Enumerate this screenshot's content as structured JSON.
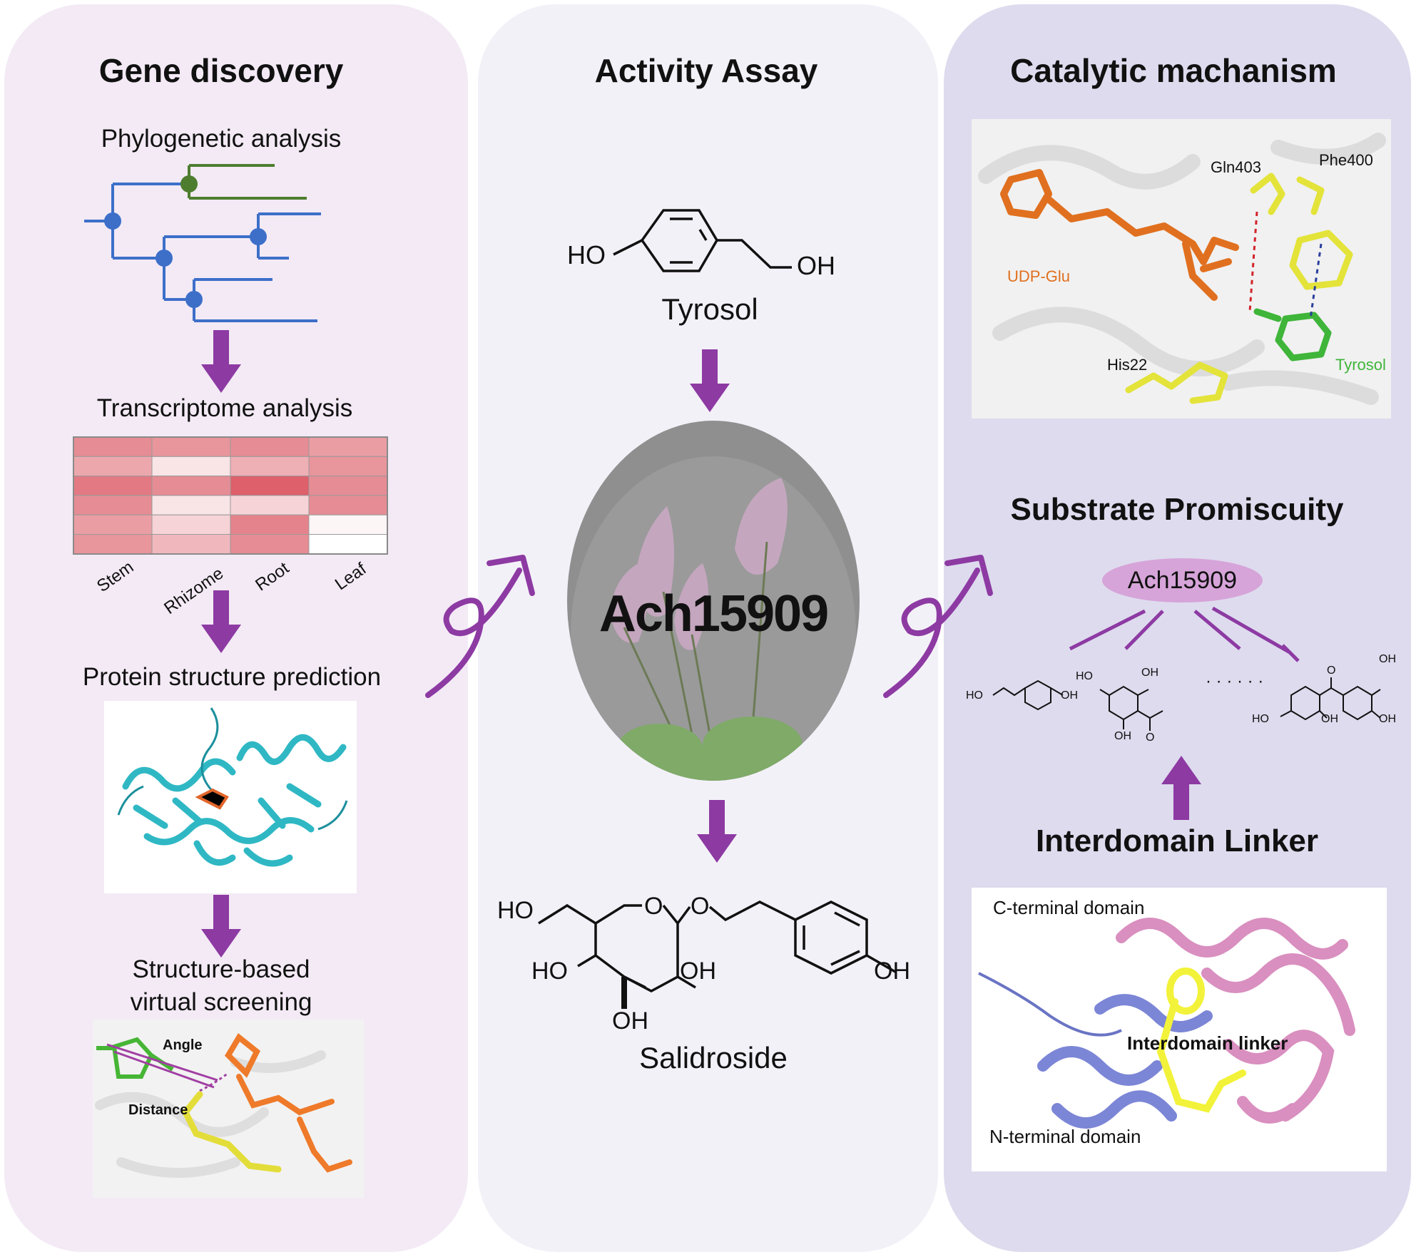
{
  "colors": {
    "arrow": "#8d3aa3",
    "tree_green": "#4e7d2f",
    "tree_blue": "#3d6fc9",
    "heat_dark": "#d94e5a",
    "ribbon_cyan": "#2fb8c4",
    "ribbon_pink": "#d98fbf",
    "ribbon_blue": "#7c86d6",
    "linker_yellow": "#f2f23a"
  },
  "gene_discovery": {
    "title": "Gene discovery",
    "phylogenetic": "Phylogenetic analysis",
    "transcriptome": "Transcriptome analysis",
    "heatmap_cols": [
      "Stem",
      "Rhizome",
      "Root",
      "Leaf"
    ],
    "heatmap_values": [
      [
        0.65,
        0.6,
        0.65,
        0.55
      ],
      [
        0.5,
        0.15,
        0.45,
        0.6
      ],
      [
        0.75,
        0.65,
        0.9,
        0.65
      ],
      [
        0.65,
        0.15,
        0.25,
        0.65
      ],
      [
        0.55,
        0.25,
        0.7,
        0.05
      ],
      [
        0.6,
        0.4,
        0.65,
        0.0
      ]
    ],
    "structure_prediction": "Protein structure prediction",
    "virtual_screening_1": "Structure-based",
    "virtual_screening_2": "virtual screening",
    "angle_label": "Angle",
    "distance_label": "Distance"
  },
  "activity_assay": {
    "title": "Activity Assay",
    "tyrosol": "Tyrosol",
    "enzyme": "Ach15909",
    "salidroside": "Salidroside",
    "chem": {
      "ho": "HO",
      "oh": "OH",
      "o": "O"
    }
  },
  "catalytic": {
    "title": "Catalytic machanism",
    "gln": "Gln403",
    "phe": "Phe400",
    "udp": "UDP-Glu",
    "his": "His22",
    "tyr": "Tyrosol",
    "promiscuity": "Substrate  Promiscuity",
    "ellipse": "Ach15909",
    "dots": "· · · · · ·",
    "linker_title": "Interdomain  Linker",
    "c_term": "C-terminal domain",
    "linker_label": "Interdomain linker",
    "n_term": "N-terminal domain"
  }
}
